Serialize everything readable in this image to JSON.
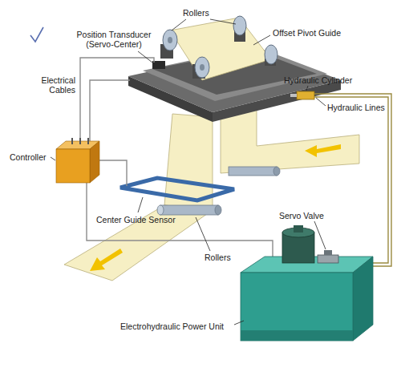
{
  "diagram": {
    "labels": [
      "Rollers",
      "Position Transducer (Servo-Center)",
      "Offset Pivot Guide",
      "Electrical Cables",
      "Hydraulic Cylinder",
      "Hydraulic Lines",
      "Controller",
      "Center Guide Sensor",
      "Servo Valve",
      "Rollers",
      "Electrohydraulic Power Unit"
    ]
  }
}
